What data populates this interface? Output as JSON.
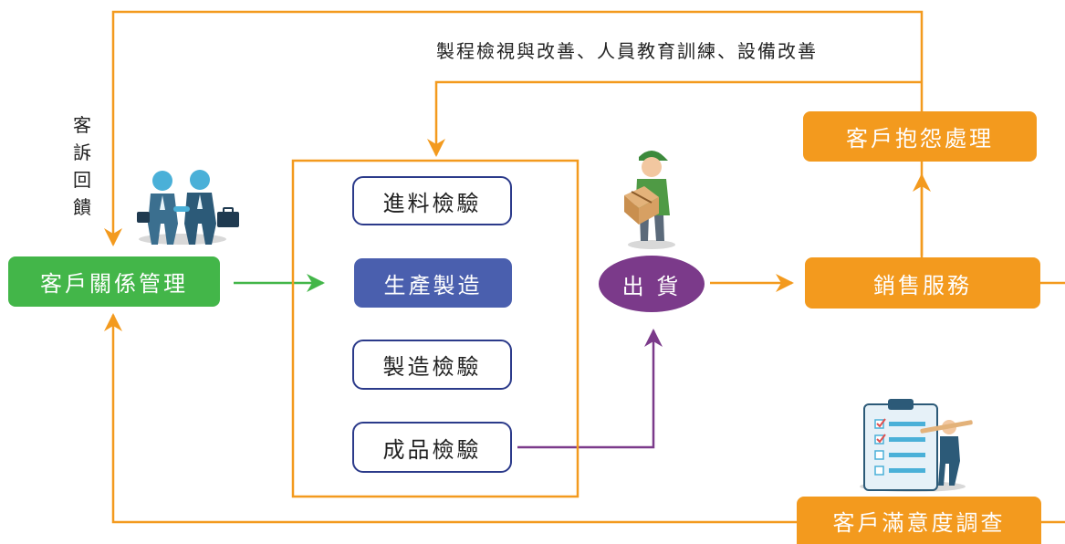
{
  "top_feedback_label": "製程檢視與改善、人員教育訓練、設備改善",
  "side_feedback_label": "客訴回饋",
  "nodes": {
    "crm": "客戶關係管理",
    "incoming": "進料檢驗",
    "production": "生產製造",
    "process_inspection": "製造檢驗",
    "final_inspection": "成品檢驗",
    "shipping": "出 貨",
    "sales": "銷售服務",
    "complaint": "客戶抱怨處理",
    "survey": "客戶滿意度調查"
  },
  "colors": {
    "orange": "#f39a1e",
    "green": "#43b649",
    "blue": "#4a5fae",
    "purple": "#7b3a8a",
    "outline": "#2b3a8a"
  },
  "icons": [
    "handshake-people-icon",
    "delivery-man-icon",
    "clipboard-survey-icon"
  ]
}
